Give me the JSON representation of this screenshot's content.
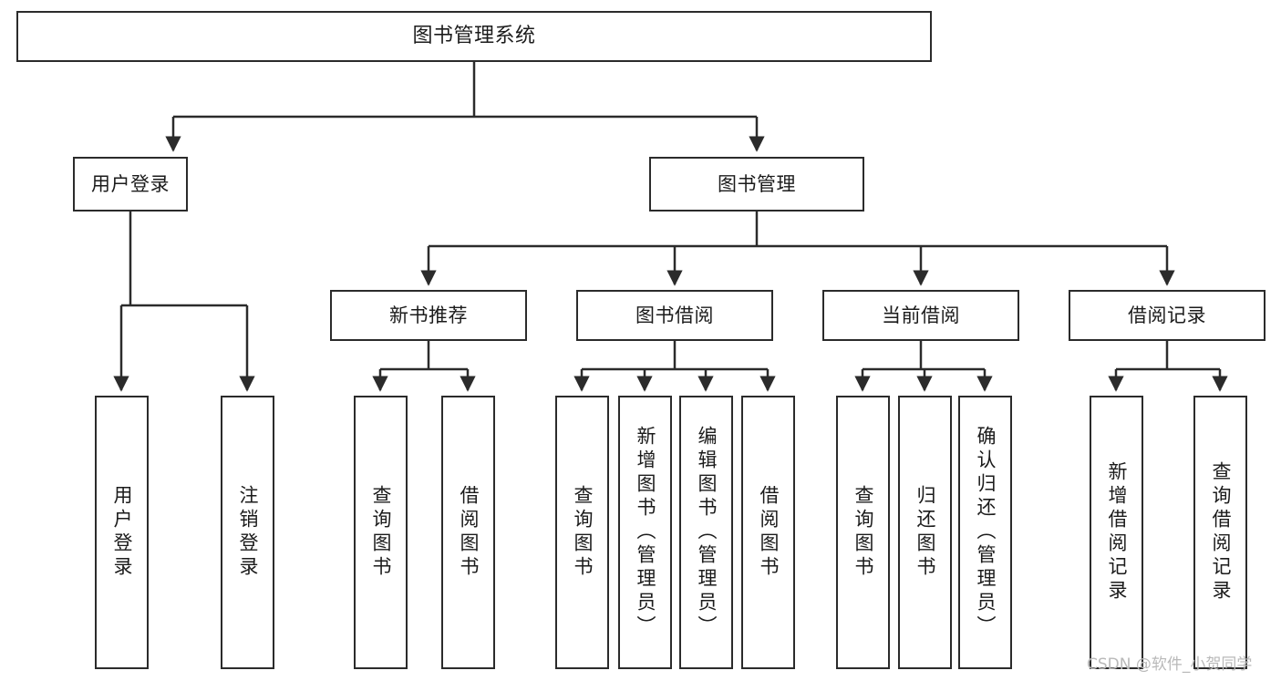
{
  "diagram": {
    "title": "图书管理系统",
    "type": "tree",
    "colors": {
      "border": "#2b2b2b",
      "background": "#ffffff",
      "text": "#1b1b1b",
      "edge": "#2b2b2b",
      "watermark": "#b9b9b9"
    },
    "nodes": {
      "root": {
        "label": "图书管理系统"
      },
      "level2": [
        {
          "label": "用户登录"
        },
        {
          "label": "图书管理"
        }
      ],
      "level3": [
        {
          "label": "新书推荐"
        },
        {
          "label": "图书借阅"
        },
        {
          "label": "当前借阅"
        },
        {
          "label": "借阅记录"
        }
      ],
      "leaves_user_login": [
        {
          "label": "用户登录"
        },
        {
          "label": "注销登录"
        }
      ],
      "leaves_new_book": [
        {
          "label": "查询图书"
        },
        {
          "label": "借阅图书"
        }
      ],
      "leaves_borrow": [
        {
          "label": "查询图书"
        },
        {
          "label": "新增图书（管理员）"
        },
        {
          "label": "编辑图书（管理员）"
        },
        {
          "label": "借阅图书"
        }
      ],
      "leaves_current": [
        {
          "label": "查询图书"
        },
        {
          "label": "归还图书"
        },
        {
          "label": "确认归还（管理员）"
        }
      ],
      "leaves_records": [
        {
          "label": "新增借阅记录"
        },
        {
          "label": "查询借阅记录"
        }
      ]
    },
    "watermark": "CSDN @软件_小贺同学"
  }
}
